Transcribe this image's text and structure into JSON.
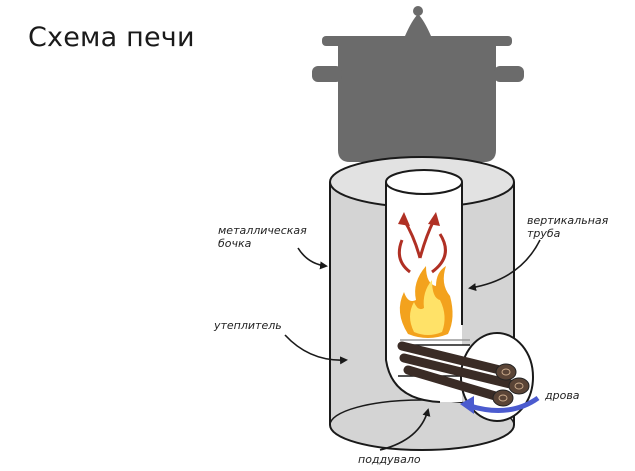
{
  "title": "Схема печи",
  "labels": {
    "barrel_line1": "металлическая",
    "barrel_line2": "бочка",
    "pipe_line1": "вертикальная",
    "pipe_line2": "труба",
    "insulation": "утеплитель",
    "firewood": "дрова",
    "ash_pit": "поддувало"
  },
  "icons": [
    "cooking-pot-icon",
    "flame-icon",
    "hot-air-arrow-icon",
    "air-intake-arrow-icon",
    "firewood-logs-icon"
  ],
  "colors": {
    "barrel": "#d4d4d4",
    "outline": "#1a1a1a",
    "pot": "#6b6b6b",
    "hot_air": "#b03024",
    "air_intake": "#4b5bcf",
    "flame_outer": "#f3a21d",
    "flame_inner": "#ffe268"
  }
}
